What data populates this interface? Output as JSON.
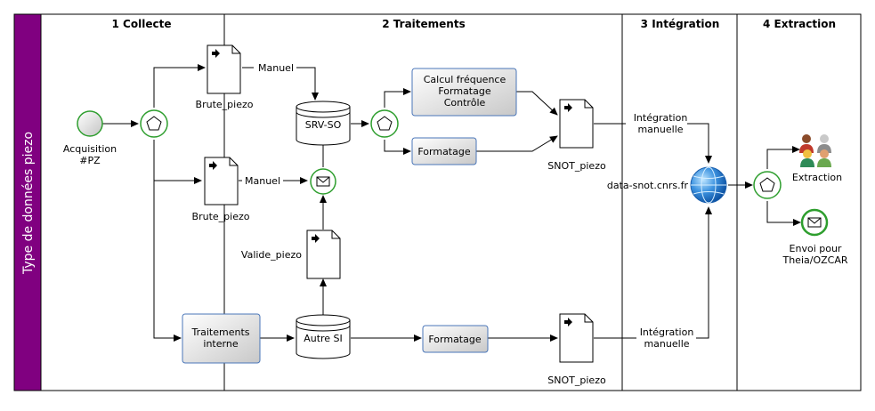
{
  "pool": {
    "lane_label": "Type de données piezo"
  },
  "phases": {
    "p1": "1 Collecte",
    "p2": "2 Traitements",
    "p3": "3 Intégration",
    "p4": "4 Extraction"
  },
  "events": {
    "start": "Acquisition\n#PZ",
    "website": "data-snot.cnrs.fr",
    "extraction": "Extraction",
    "send": "Envoi pour\nTheia/OZCAR"
  },
  "tasks": {
    "calcul": "Calcul fréquence\nFormatage\nContrôle",
    "formatage_top": "Formatage",
    "traitements_interne": "Traitements\ninterne",
    "formatage_bottom": "Formatage"
  },
  "data_objects": {
    "brute1": "Brute_piezo",
    "brute2": "Brute_piezo",
    "valide": "Valide_piezo",
    "snot1": "SNOT_piezo",
    "snot2": "SNOT_piezo"
  },
  "data_stores": {
    "srv": "SRV-SO",
    "autre": "Autre SI"
  },
  "flow_labels": {
    "manuel1": "Manuel",
    "manuel2": "Manuel",
    "integration1": "Intégration\nmanuelle",
    "integration2": "Intégration\nmanuelle"
  },
  "colors": {
    "lane": "#800080",
    "task_border": "#4a76b8",
    "event_border": "#2e9e2e",
    "globe": "#2f7fd6"
  }
}
